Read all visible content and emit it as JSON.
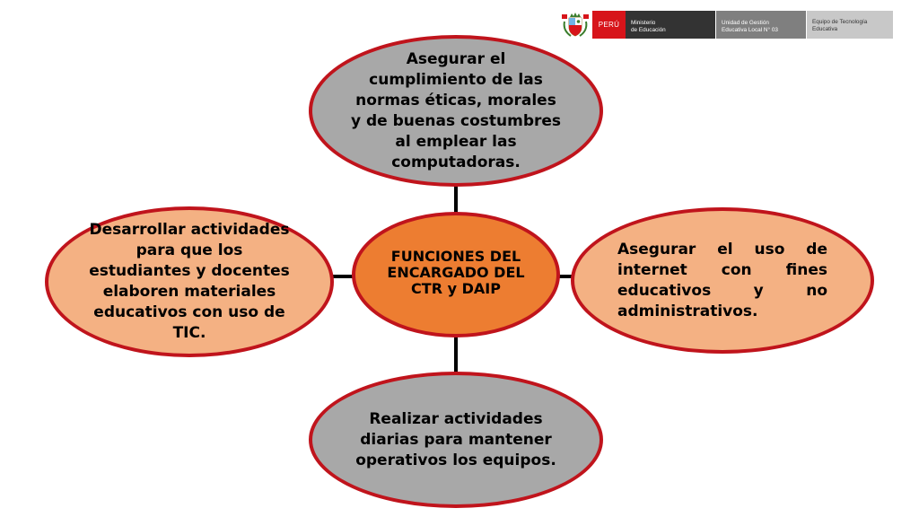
{
  "header": {
    "peru_label": "PERÚ",
    "ministerio_line1": "Ministerio",
    "ministerio_line2": "de Educación",
    "unidad_line1": "Unidad de Gestión",
    "unidad_line2": "Educativa Local N° 03",
    "equipo_line1": "Equipo de Tecnología",
    "equipo_line2": "Educativa"
  },
  "diagram": {
    "center": "FUNCIONES DEL ENCARGADO DEL CTR y DAIP",
    "top": "Asegurar el cumplimiento de las normas éticas, morales y de buenas costumbres al emplear las computadoras.",
    "right": "Asegurar el uso de internet con fines educativos y no administrativos.",
    "bottom": "Realizar actividades diarias para mantener operativos los equipos.",
    "left": "Desarrollar actividades para que los estudiantes y docentes elaboren materiales educativos con uso de TIC."
  },
  "colors": {
    "outline": "#c0141c",
    "center_fill": "#ed7d31",
    "side_fill": "#f4b183",
    "vertical_fill": "#a8a8a8",
    "connector": "#000000"
  }
}
